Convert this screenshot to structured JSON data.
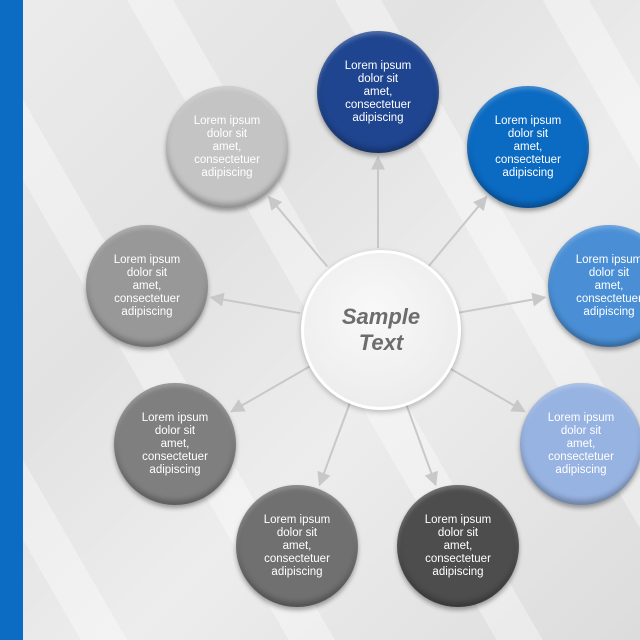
{
  "center": {
    "text": "Sample\nText"
  },
  "nodes": [
    {
      "text": "Lorem ipsum\ndolor sit\namet,\nconsectetuer\nadipiscing",
      "color": "#1f4590"
    },
    {
      "text": "Lorem ipsum\ndolor sit\namet,\nconsectetuer\nadipiscing",
      "color": "#0b6ac2"
    },
    {
      "text": "Lorem ipsum\ndolor sit\namet,\nconsectetuer\nadipiscing",
      "color": "#4a8fd6"
    },
    {
      "text": "Lorem ipsum\ndolor sit\namet,\nconsectetuer\nadipiscing",
      "color": "#97b3e2"
    },
    {
      "text": "Lorem ipsum\ndolor sit\namet,\nconsectetuer\nadipiscing",
      "color": "#4d4d4d"
    },
    {
      "text": "Lorem ipsum\ndolor sit\namet,\nconsectetuer\nadipiscing",
      "color": "#707070"
    },
    {
      "text": "Lorem ipsum\ndolor sit\namet,\nconsectetuer\nadipiscing",
      "color": "#7f7f7f"
    },
    {
      "text": "Lorem ipsum\ndolor sit\namet,\nconsectetuer\nadipiscing",
      "color": "#989898"
    },
    {
      "text": "Lorem ipsum\ndolor sit\namet,\nconsectetuer\nadipiscing",
      "color": "#c4c4c4"
    }
  ],
  "colors": {
    "side_bar": "#0c6cc4",
    "connector": "#c8c8c8"
  }
}
